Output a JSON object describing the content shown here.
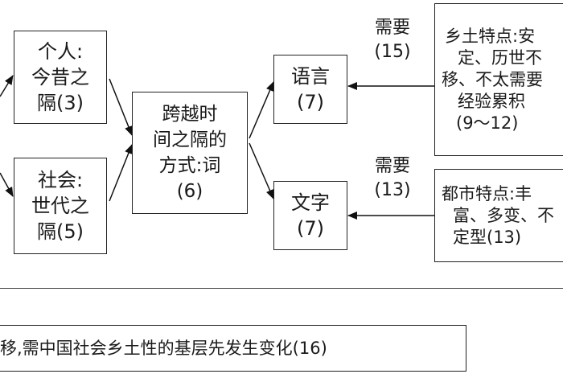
{
  "nodes": {
    "personal": [
      "个人:",
      "今昔之",
      "隔(3)"
    ],
    "social": [
      "社会:",
      "世代之",
      "隔(5)"
    ],
    "method": [
      "跨越时",
      "间之隔的",
      "方式:词",
      "(6)"
    ],
    "language": [
      "语言",
      "(7)"
    ],
    "writing": [
      "文字",
      "(7)"
    ],
    "rural": [
      "乡土特点:安",
      "定、历世不",
      "移、不太需要",
      "经验累积",
      "(9～12)"
    ],
    "urban": [
      "都市特点:丰",
      "富、多变、不",
      "定型(13)"
    ]
  },
  "edge_labels": {
    "rural_to_language": [
      "需要",
      "(15)"
    ],
    "urban_to_writing": [
      "需要",
      "(13)"
    ]
  },
  "bottom_text": "移,需中国社会乡土性的基层先发生变化(16)"
}
